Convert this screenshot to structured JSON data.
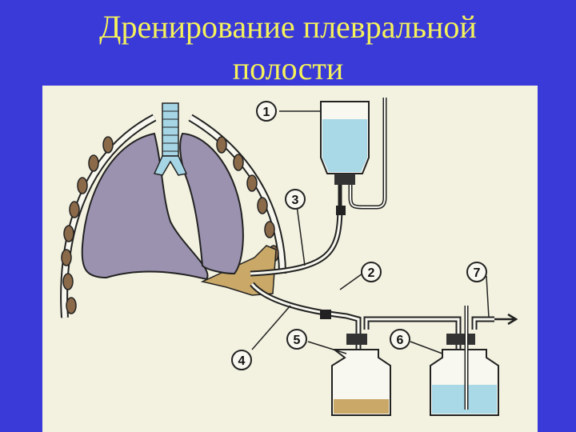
{
  "slide": {
    "title_line1": "Дренирование плевральной",
    "title_line2": "полости"
  },
  "diagram": {
    "callouts": [
      "1",
      "2",
      "3",
      "4",
      "5",
      "6",
      "7"
    ],
    "colors": {
      "title": "#f5f25a",
      "background": "#3a3ad9",
      "panel": "#f3f2e0",
      "lung": "#9b92b0",
      "trachea": "#a6d6e6",
      "water": "#a9d8e6",
      "fluid": "#c9a868",
      "rib": "#8b6a4a"
    }
  }
}
